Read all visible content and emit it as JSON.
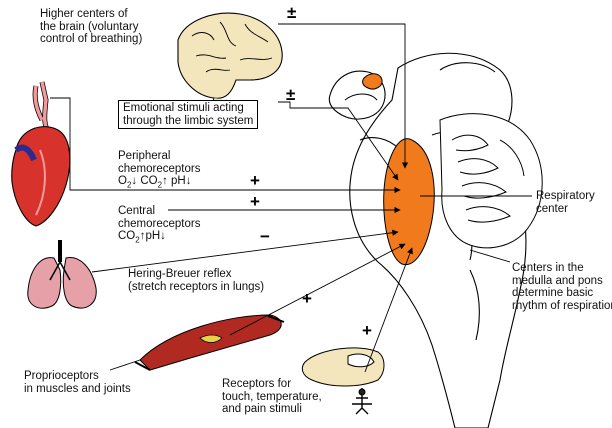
{
  "colors": {
    "center": "#f07a1c",
    "heart": "#d8322c",
    "vessel": "#f09a9a",
    "lung": "#e6a0a8",
    "muscle": "#b02a22",
    "brain": "#f3e6bd",
    "outline": "#000000"
  },
  "labels": {
    "higher_centers": [
      "Higher centers of",
      "the brain (voluntary",
      "control of breathing)"
    ],
    "emotional": [
      "Emotional stimuli acting",
      "through the limbic system"
    ],
    "peripheral": {
      "l1": "Peripheral",
      "l2": "chemoreceptors",
      "o2": "O",
      "o2sub": "2",
      "o2arrow": "↓",
      "co2": " CO",
      "co2sub": "2",
      "co2arrow": "↑",
      "ph": " pH",
      "pharrow": "↓"
    },
    "central": {
      "l1": "Central",
      "l2": "chemoreceptors",
      "co2": "CO",
      "co2sub": "2",
      "co2arrow": "↑",
      "ph": "pH",
      "pharrow": "↓"
    },
    "hering": [
      "Hering-Breuer reflex",
      "(stretch receptors in lungs)"
    ],
    "proprio": [
      "Proprioceptors",
      "in muscles and joints"
    ],
    "receptors": [
      "Receptors for",
      "touch, temperature,",
      "and pain stimuli"
    ],
    "resp_center": [
      "Respiratory",
      "center"
    ],
    "medulla": [
      "Centers in the",
      "medulla and pons",
      "determine basic",
      "rhythm of respiration"
    ]
  },
  "signs": {
    "higher": "±",
    "emotional": "±",
    "peripheral": "+",
    "central": "+",
    "hering": "−",
    "proprio": "+",
    "receptors": "+"
  }
}
